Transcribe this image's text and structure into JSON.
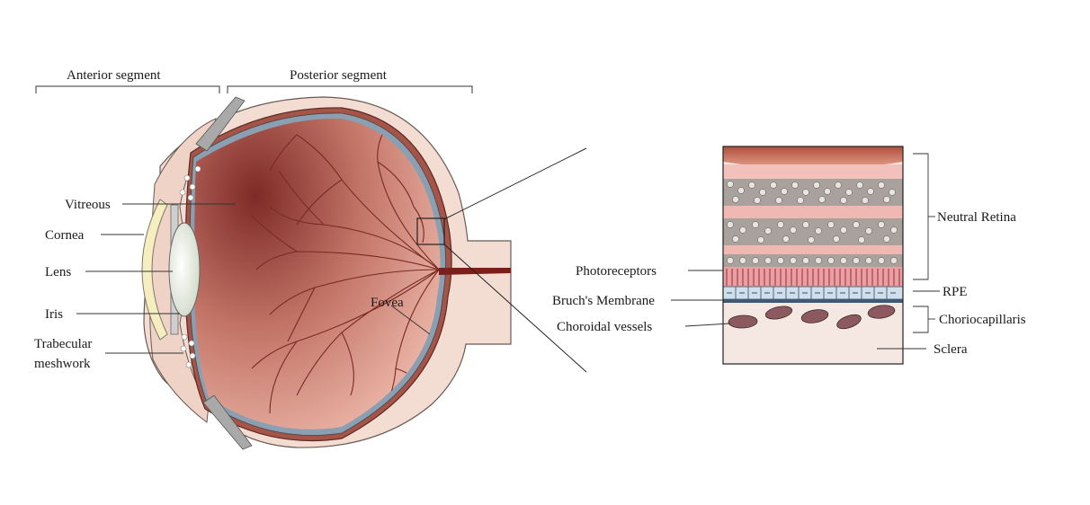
{
  "segments": {
    "anterior": "Anterior segment",
    "posterior": "Posterior segment"
  },
  "eye_labels": {
    "vitreous": "Vitreous",
    "cornea": "Cornea",
    "lens": "Lens",
    "iris": "Iris",
    "trabecular_line1": "Trabecular",
    "trabecular_line2": "meshwork",
    "fovea": "Fovea"
  },
  "retina_labels": {
    "neutral_retina": "Neutral Retina",
    "photoreceptors": "Photoreceptors",
    "bruchs_membrane": "Bruch's Membrane",
    "rpe": "RPE",
    "choroidal_vessels": "Choroidal vessels",
    "choriocapillaris": "Choriocapillaris",
    "sclera": "Sclera"
  },
  "colors": {
    "sclera_tissue": "#f3ddd2",
    "choroid": "#9a4a3e",
    "retina_dark": "#8a3a30",
    "retina_light": "#f1b9aa",
    "vessel": "#7a2a24",
    "lens": "#e9eee2",
    "cornea": "#f6eec0",
    "rpe_fill": "#cfe0ec",
    "choroidal_vessel": "#8c5a5e"
  }
}
